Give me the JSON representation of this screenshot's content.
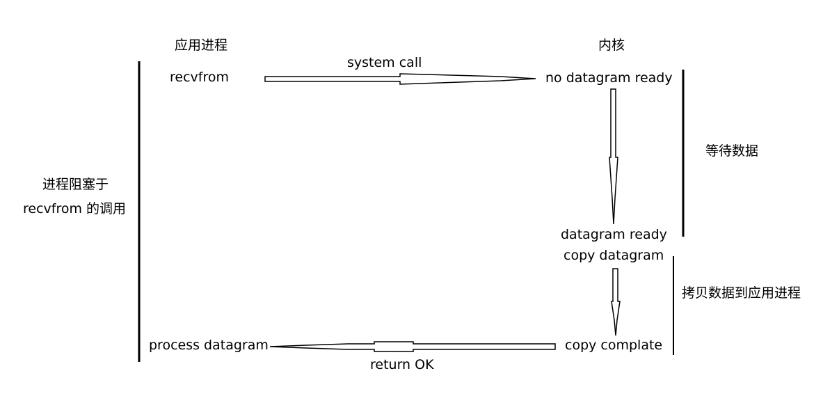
{
  "headers": {
    "app_process": "应用进程",
    "kernel": "内核"
  },
  "left_note": {
    "line1": "进程阻塞于",
    "line2": "recvfrom 的调用"
  },
  "app_side": {
    "recvfrom": "recvfrom",
    "process_datagram": "process datagram"
  },
  "kernel_side": {
    "no_datagram_ready": "no datagram ready",
    "datagram_ready": "datagram ready",
    "copy_datagram": "copy datagram",
    "copy_complate": "copy complate"
  },
  "arrows": {
    "system_call": "system call",
    "return_ok": "return OK"
  },
  "phases": {
    "wait_data": "等待数据",
    "copy_data": "拷贝数据到应用进程"
  }
}
